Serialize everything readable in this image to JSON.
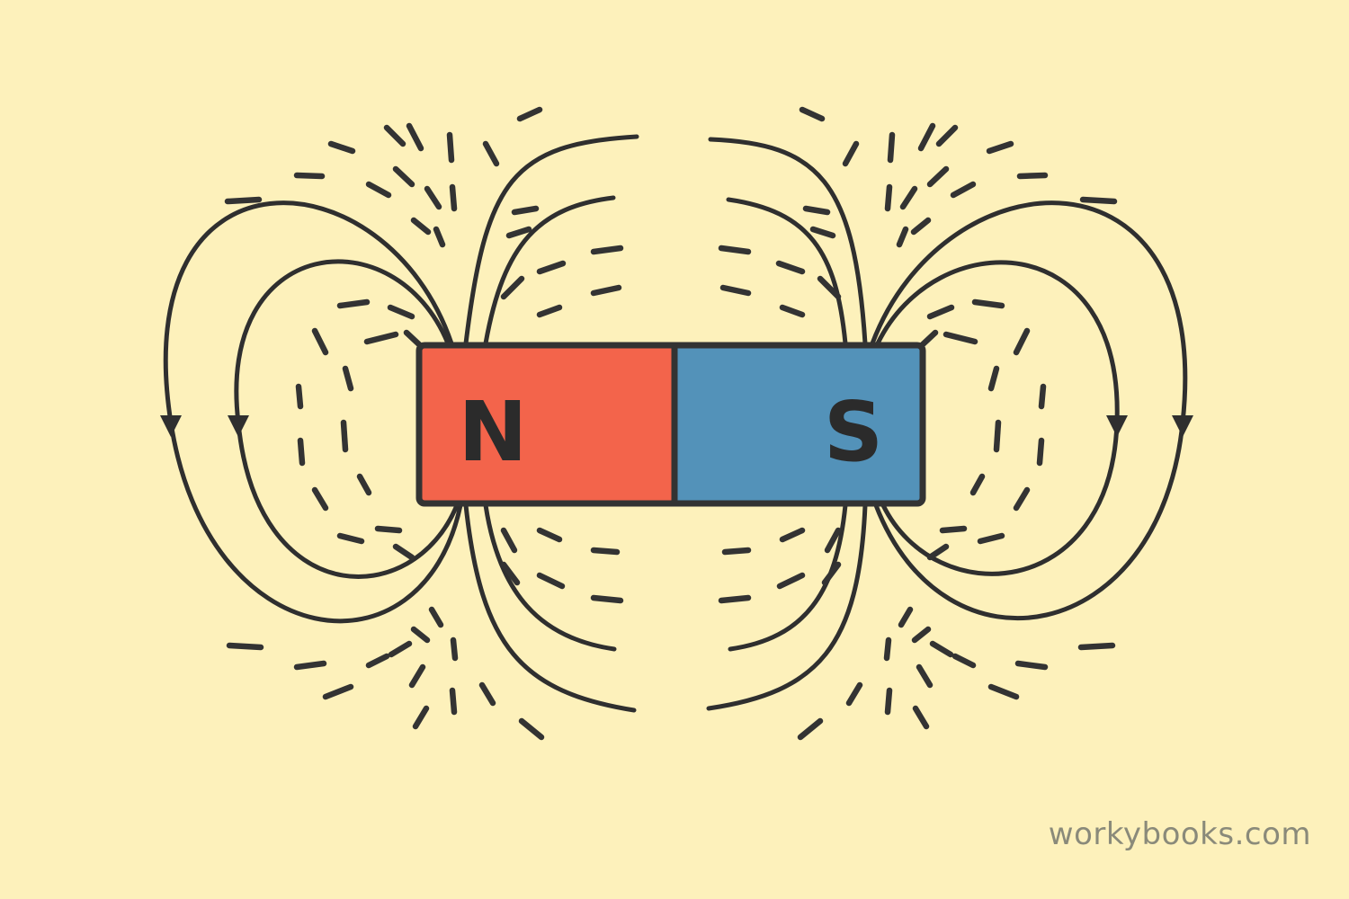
{
  "magnet": {
    "north_label": "N",
    "south_label": "S",
    "north_color": "#f3644b",
    "south_color": "#5392b9"
  },
  "colors": {
    "background": "#fdf1bb",
    "line": "#2f2f2f"
  },
  "watermark": "workybooks.com"
}
